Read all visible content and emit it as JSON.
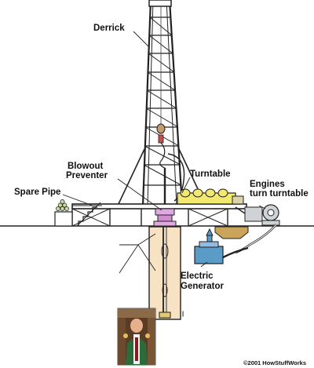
{
  "labels": {
    "derrick": "Derrick",
    "blowout_line1": "Blowout",
    "blowout_line2": "Preventer",
    "turntable": "Turntable",
    "spare_pipe": "Spare Pipe",
    "engines_line1": "Engines",
    "engines_line2": "turn turntable",
    "generator_line1": "Electric",
    "generator_line2": "Generator"
  },
  "copyright": "©2001 HowStuffWorks",
  "colors": {
    "steel": "#222222",
    "turntable": "#f2ea6e",
    "engine": "#cfd3d8",
    "generator": "#5b9bc8",
    "mud_pit": "#c9a45a",
    "borehole": "#f8e2c4",
    "bop": "#e0a8e0",
    "pipe_rack": "#c8d8a0"
  },
  "photo": {
    "description_icon": "driller-photo"
  }
}
